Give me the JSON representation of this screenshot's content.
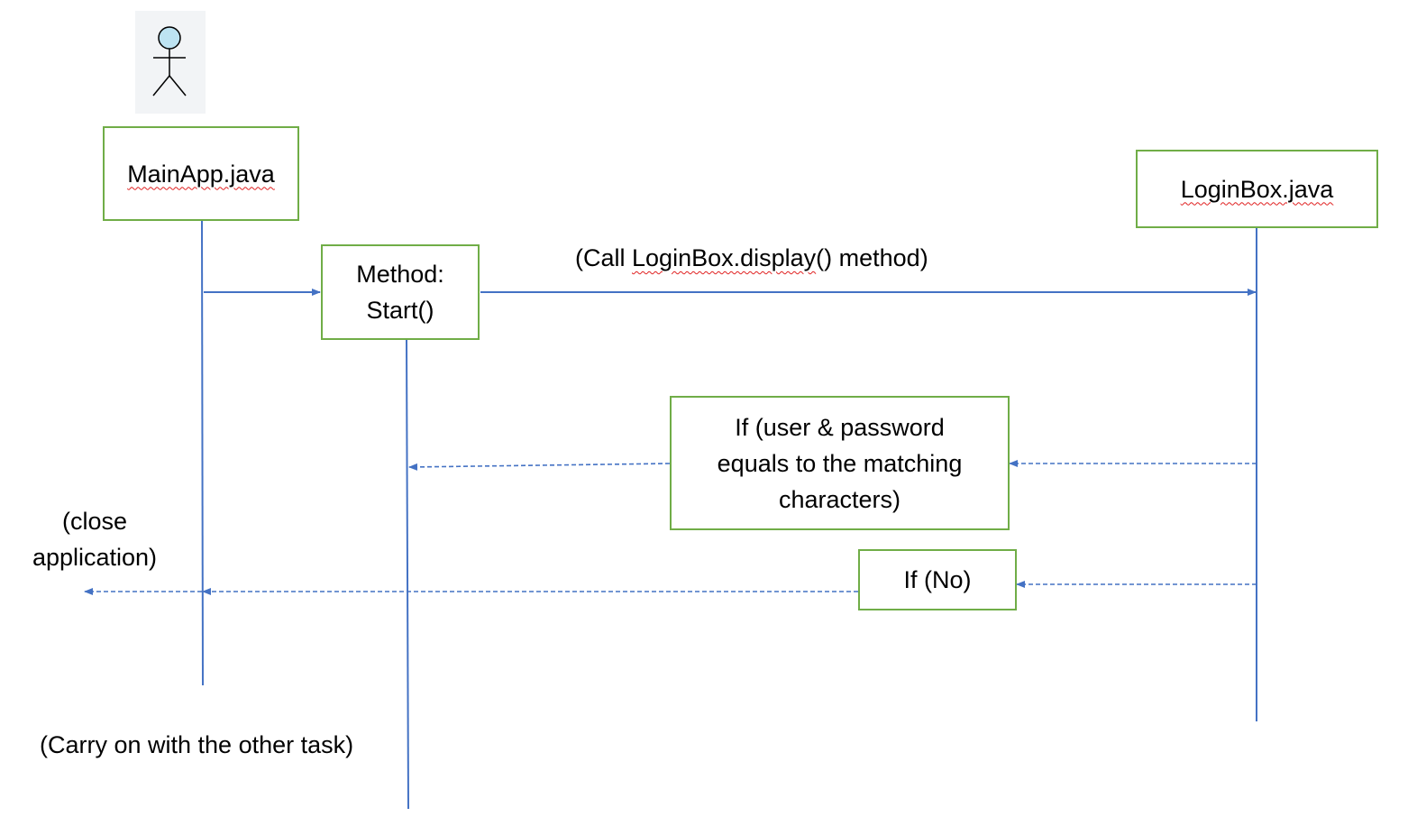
{
  "colors": {
    "box_border": "#70ad47",
    "line": "#4472c4",
    "actor_head": "#bde3f2",
    "actor_bg": "#f2f4f6",
    "spell_underline": "#e02020"
  },
  "actor": {
    "icon": "stick-figure-actor-icon"
  },
  "participants": {
    "main_app": "MainApp.java",
    "login_box": "LoginBox.java"
  },
  "activation": {
    "line1": "Method:",
    "line2": "Start()"
  },
  "messages": {
    "call_prefix": "(Call ",
    "call_method": "LoginBox.display",
    "call_suffix": "() method)"
  },
  "conditions": {
    "match_line1": "If (user  & password",
    "match_line2": "equals to the matching",
    "match_line3": "characters)",
    "no": "If (No)"
  },
  "notes": {
    "close_line1": "(close",
    "close_line2": "application)",
    "carry_on": "(Carry on with the other task)"
  }
}
